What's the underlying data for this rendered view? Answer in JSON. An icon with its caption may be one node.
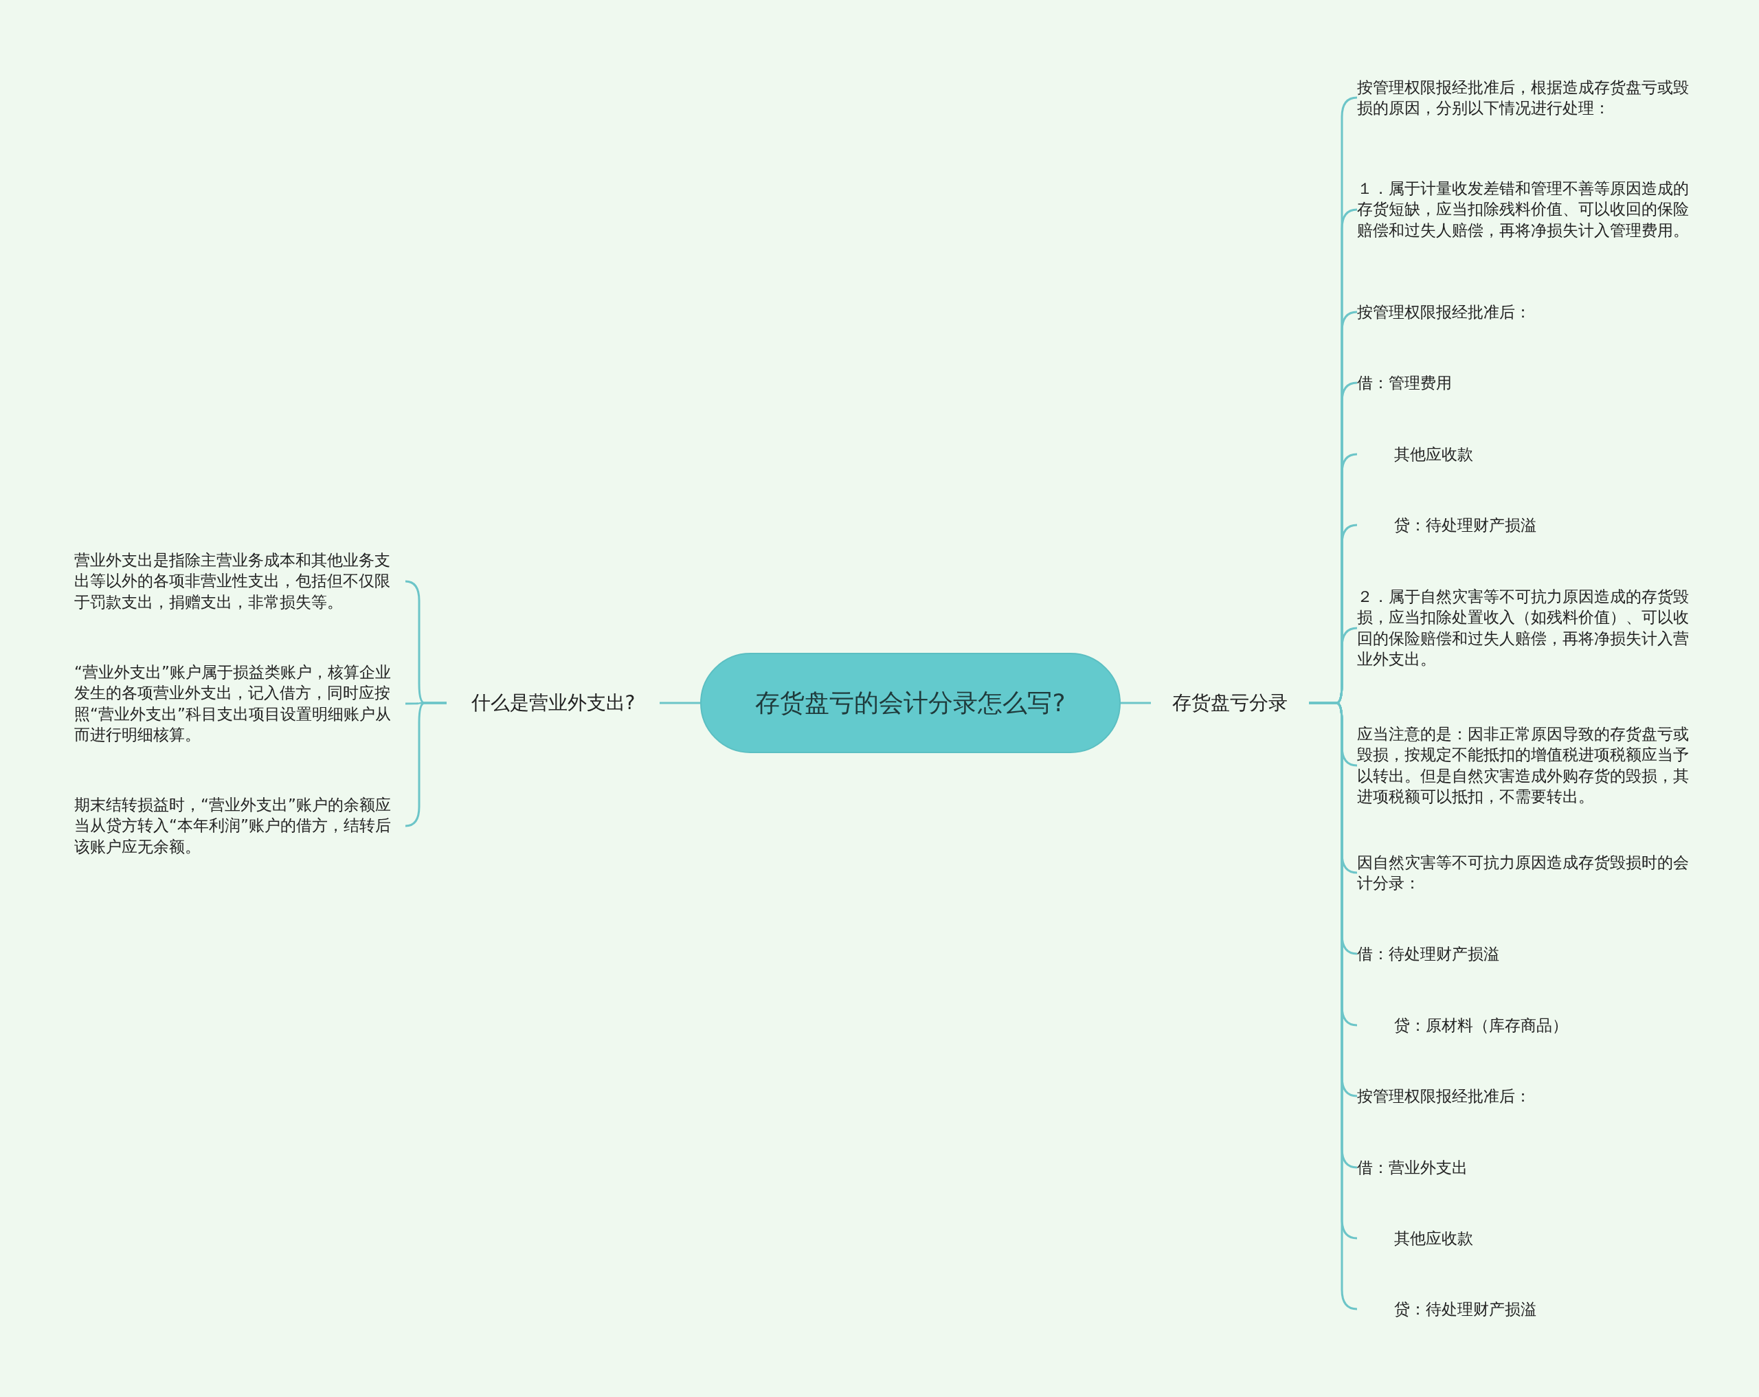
{
  "diagram": {
    "nodes": [
      {
        "text": [
          "存货盘亏的会计分录怎么写?"
        ]
      },
      {
        "text": [
          "存货盘亏分录"
        ]
      },
      {
        "text": [
          "什么是营业外支出?"
        ]
      },
      {
        "text": [
          "按管理权限报经批准后，根据造成存货盘亏或毁损的原因，分别以下情况进行处理："
        ]
      },
      {
        "text": [
          "１．属于计量收发差错和管理不善等原因造成的存货短缺，应当扣除残料价值、可以收回的保险赔偿和过失人赔偿，再将净损失计入管理费用。"
        ]
      },
      {
        "text": [
          "按管理权限报经批准后："
        ]
      },
      {
        "text": [
          "借：管理费用"
        ]
      },
      {
        "text": [
          "其他应收款"
        ]
      },
      {
        "text": [
          "贷：待处理财产损溢"
        ]
      },
      {
        "text": [
          "２．属于自然灾害等不可抗力原因造成的存货毁损，应当扣除处置收入（如残料价值）、可以收回的保险赔偿和过失人赔偿，再将净损失计入营业外支出。"
        ]
      },
      {
        "text": [
          "应当注意的是：因非正常原因导致的存货盘亏或毁损，按规定不能抵扣的增值税进项税额应当予以转出。但是自然灾害造成外购存货的毁损，其进项税额可以抵扣，不需要转出。"
        ]
      },
      {
        "text": [
          "因自然灾害等不可抗力原因造成存货毁损时的会计分录："
        ]
      },
      {
        "text": [
          "借：待处理财产损溢"
        ]
      },
      {
        "text": [
          "贷：原材料（库存商品）"
        ]
      },
      {
        "text": [
          "按管理权限报经批准后："
        ]
      },
      {
        "text": [
          "借：营业外支出"
        ]
      },
      {
        "text": [
          "其他应收款"
        ]
      },
      {
        "text": [
          "贷：待处理财产损溢"
        ]
      },
      {
        "text": [
          "营业外支出是指除主营业务成本和其他业务支出等以外的各项非营业性支出，包括但不仅限于罚款支出，捐赠支出，非常损失等。"
        ]
      },
      {
        "text": [
          "“营业外支出”账户属于损益类账户，核算企业发生的各项营业外支出，记入借方，同时应按照“营业外支出”科目支出项目设置明细账户从而进行明细核算。"
        ]
      },
      {
        "text": [
          "期末结转损益时，“营业外支出”账户的余额应当从贷方转入“本年利润”账户的借方，结转后该账户应无余额。"
        ]
      }
    ],
    "edges": [
      {
        "from": 0,
        "to": 1,
        "arrow": "none"
      },
      {
        "from": 0,
        "to": 2,
        "arrow": "none"
      },
      {
        "from": 1,
        "to": 3,
        "arrow": "none"
      },
      {
        "from": 1,
        "to": 4,
        "arrow": "none"
      },
      {
        "from": 1,
        "to": 5,
        "arrow": "none"
      },
      {
        "from": 1,
        "to": 6,
        "arrow": "none"
      },
      {
        "from": 1,
        "to": 7,
        "arrow": "none"
      },
      {
        "from": 1,
        "to": 8,
        "arrow": "none"
      },
      {
        "from": 1,
        "to": 9,
        "arrow": "none"
      },
      {
        "from": 1,
        "to": 10,
        "arrow": "none"
      },
      {
        "from": 1,
        "to": 11,
        "arrow": "none"
      },
      {
        "from": 1,
        "to": 12,
        "arrow": "none"
      },
      {
        "from": 1,
        "to": 13,
        "arrow": "none"
      },
      {
        "from": 1,
        "to": 14,
        "arrow": "none"
      },
      {
        "from": 1,
        "to": 15,
        "arrow": "none"
      },
      {
        "from": 1,
        "to": 16,
        "arrow": "none"
      },
      {
        "from": 1,
        "to": 17,
        "arrow": "none"
      },
      {
        "from": 2,
        "to": 18,
        "arrow": "none"
      },
      {
        "from": 2,
        "to": 19,
        "arrow": "none"
      },
      {
        "from": 2,
        "to": 20,
        "arrow": "none"
      }
    ]
  }
}
